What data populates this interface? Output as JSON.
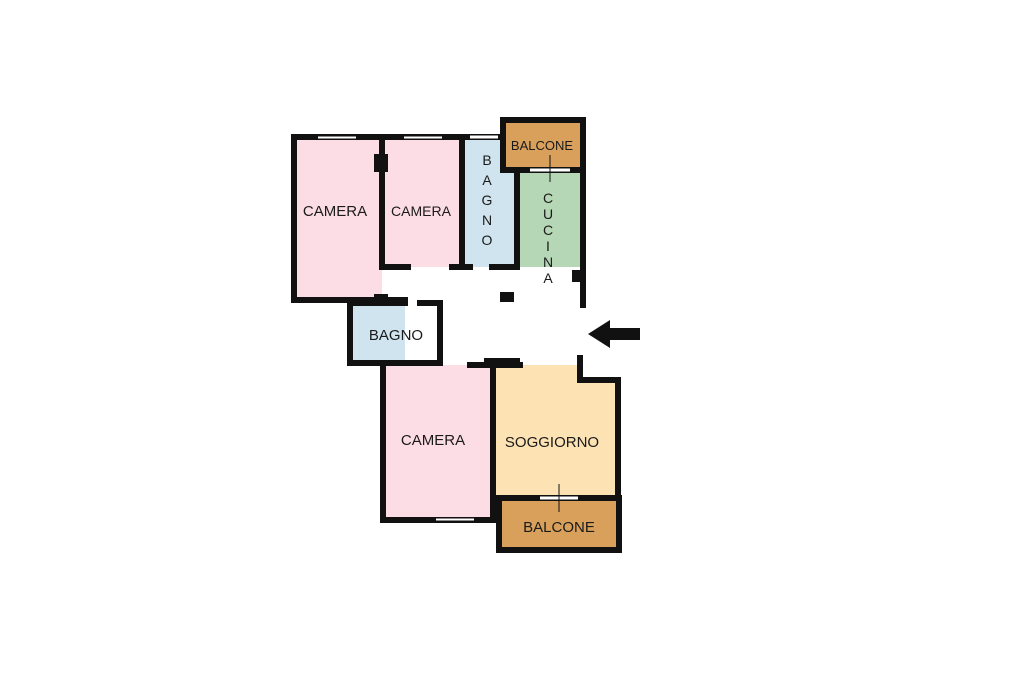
{
  "rooms": {
    "camera_1": "CAMERA",
    "camera_2": "CAMERA",
    "bagno_1": "BAGNO",
    "balcone_1": "BALCONE",
    "cucina": "CUCINA",
    "bagno_2": "BAGNO",
    "camera_3": "CAMERA",
    "soggiorno": "SOGGIORNO",
    "balcone_2": "BALCONE"
  },
  "colors": {
    "camera": "#fcdce5",
    "bagno": "#cfe4ef",
    "cucina": "#b5d7b5",
    "balcone": "#d9a05b",
    "soggiorno": "#fde2b4",
    "wall": "#111111",
    "corridor": "#ffffff"
  },
  "icons": {
    "entrance": "entrance-arrow-icon"
  }
}
